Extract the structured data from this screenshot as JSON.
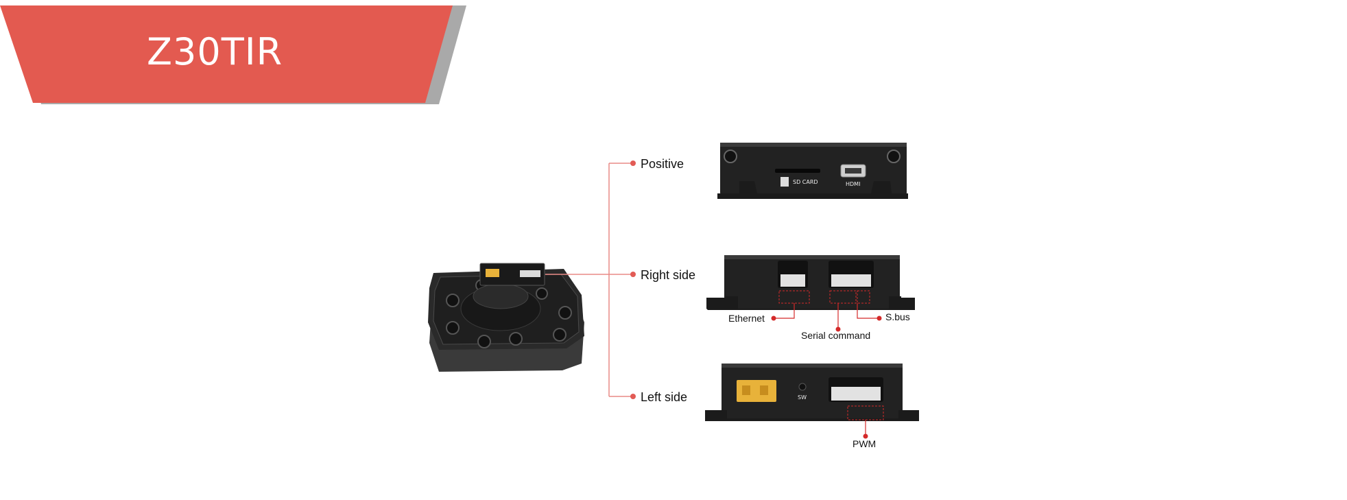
{
  "header": {
    "title": "Z30TIR"
  },
  "colors": {
    "banner": "#e35a50",
    "banner_shadow": "#a9a9a9",
    "connector_line": "#e98a86",
    "dot": "#e25b55",
    "callout": "#d42929"
  },
  "views": [
    {
      "label": "Positive"
    },
    {
      "label": "Right side"
    },
    {
      "label": "Left side"
    }
  ],
  "positive_panel": {
    "sd_label": "SD CARD",
    "hdmi_label": "HDMI"
  },
  "right_panel": {
    "callouts": [
      {
        "label": "Ethernet"
      },
      {
        "label": "Serial command"
      },
      {
        "label": "S.bus"
      }
    ]
  },
  "left_panel": {
    "sw_label": "SW",
    "callouts": [
      {
        "label": "PWM"
      }
    ]
  }
}
